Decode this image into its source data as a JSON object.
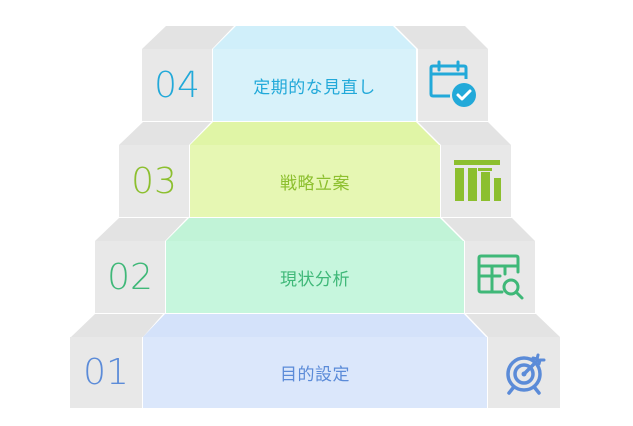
{
  "steps": [
    {
      "number": "01",
      "label": "目的設定",
      "color": "#5b8bd8",
      "icon": "target-icon"
    },
    {
      "number": "02",
      "label": "現状分析",
      "color": "#3fb878",
      "icon": "spreadsheet-search-icon"
    },
    {
      "number": "03",
      "label": "戦略立案",
      "color": "#8cbf2e",
      "icon": "bar-chart-icon"
    },
    {
      "number": "04",
      "label": "定期的な見直し",
      "color": "#22a9d9",
      "icon": "calendar-check-icon"
    }
  ],
  "colors": {
    "gray_face": "#e8e8e8",
    "gray_top": "#e3e3e3",
    "step1_face": "#dbe7fb",
    "step1_top": "#d4e2fa",
    "step2_face": "#c6f6dd",
    "step2_top": "#c1f3d7",
    "step3_face": "#e6f7b3",
    "step3_top": "#e0f5a6",
    "step4_face": "#d8f2fa",
    "step4_top": "#d0effa"
  }
}
